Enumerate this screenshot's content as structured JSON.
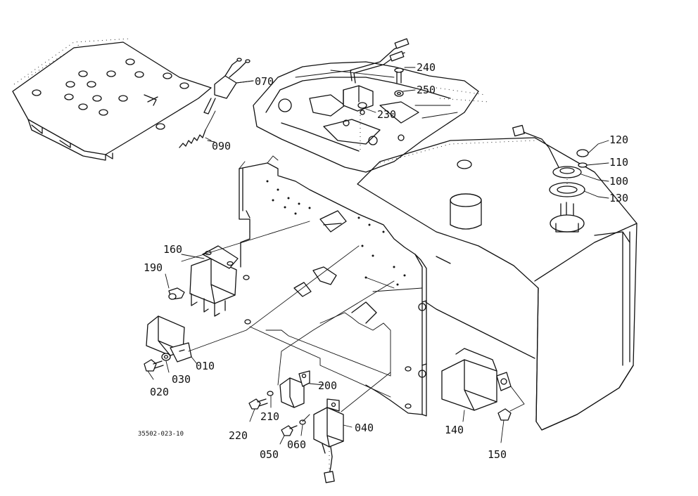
{
  "diagram": {
    "reference_code": "35502-023-10",
    "callouts": {
      "c010": "010",
      "c020": "020",
      "c030": "030",
      "c040": "040",
      "c050": "050",
      "c060": "060",
      "c070": "070",
      "c090": "090",
      "c100": "100",
      "c110": "110",
      "c120": "120",
      "c130": "130",
      "c140": "140",
      "c150": "150",
      "c160": "160",
      "c190": "190",
      "c200": "200",
      "c210": "210",
      "c220": "220",
      "c230": "230",
      "c240": "240",
      "c250": "250"
    }
  }
}
